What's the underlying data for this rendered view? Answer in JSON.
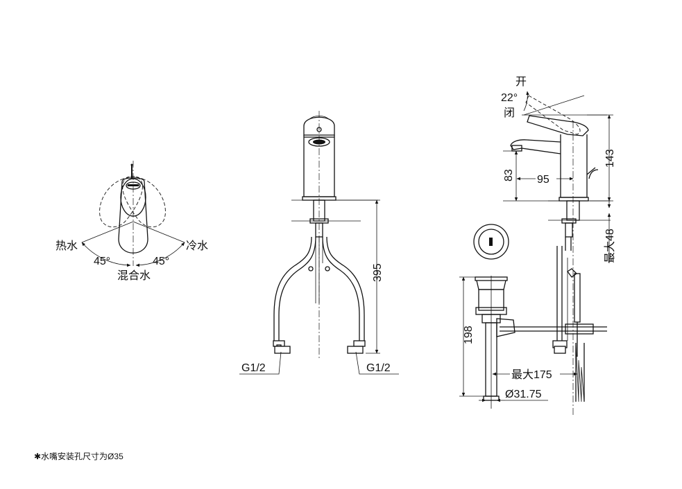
{
  "top_view": {
    "hot": "热水",
    "cold": "冷水",
    "mix": "混合水",
    "angle_left": "45°",
    "angle_right": "45°"
  },
  "front_view": {
    "height": "395",
    "thread_left": "G1/2",
    "thread_right": "G1/2"
  },
  "side_view": {
    "open": "开",
    "close": "闭",
    "lever_angle": "22°",
    "spout_height": "83",
    "spout_reach": "95",
    "total_height": "143",
    "deck_max": "最大48",
    "drain_height": "198",
    "rod_max": "最大175",
    "drain_dia": "Ø31.75"
  },
  "note": "✱水嘴安装孔尺寸为Ø35"
}
